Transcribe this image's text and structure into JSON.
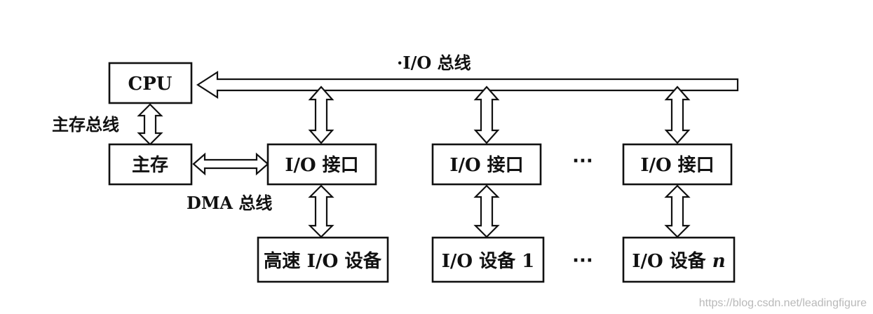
{
  "nodes": {
    "cpu": "CPU",
    "main_memory": "主存",
    "io_interface_1": "I/O 接口",
    "io_interface_2": "I/O 接口",
    "io_interface_n": "I/O 接口",
    "high_speed_device": "高速 I/O 设备",
    "io_device_1": "I/O 设备 1",
    "io_device_n_prefix": "I/O 设备 ",
    "io_device_n_var": "n"
  },
  "buses": {
    "io_bus": "·I/O 总线",
    "main_memory_bus": "主存总线",
    "dma_bus": "DMA 总线"
  },
  "ellipsis": "···",
  "watermark": "https://blog.csdn.net/leadingfigure",
  "colors": {
    "line": "#111111",
    "background": "#ffffff",
    "watermark": "#b9b9b9"
  }
}
